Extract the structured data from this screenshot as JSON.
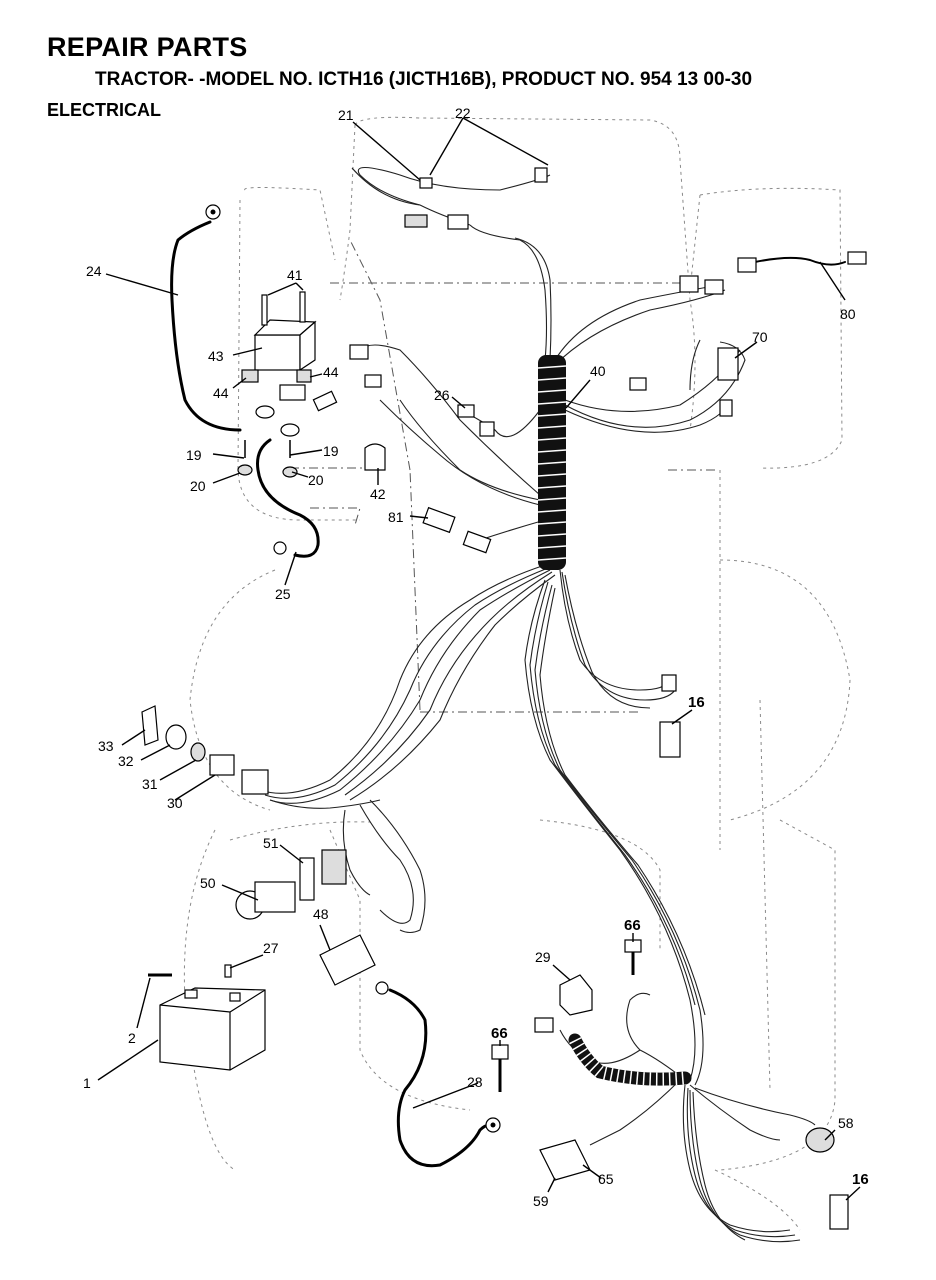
{
  "header": {
    "title": "REPAIR PARTS",
    "subtitle": "TRACTOR- -MODEL NO. ICTH16 (JICTH16B), PRODUCT NO. 954 13 00-30",
    "section": "ELECTRICAL"
  },
  "callouts": [
    {
      "id": "c21",
      "text": "21"
    },
    {
      "id": "c22",
      "text": "22"
    },
    {
      "id": "c24",
      "text": "24"
    },
    {
      "id": "c41",
      "text": "41"
    },
    {
      "id": "c43",
      "text": "43"
    },
    {
      "id": "c44a",
      "text": "44"
    },
    {
      "id": "c44b",
      "text": "44"
    },
    {
      "id": "c19a",
      "text": "19"
    },
    {
      "id": "c19b",
      "text": "19"
    },
    {
      "id": "c20a",
      "text": "20"
    },
    {
      "id": "c20b",
      "text": "20"
    },
    {
      "id": "c42",
      "text": "42"
    },
    {
      "id": "c26",
      "text": "26"
    },
    {
      "id": "c40",
      "text": "40"
    },
    {
      "id": "c70",
      "text": "70"
    },
    {
      "id": "c80",
      "text": "80"
    },
    {
      "id": "c81",
      "text": "81"
    },
    {
      "id": "c25",
      "text": "25"
    },
    {
      "id": "c16a",
      "text": "16"
    },
    {
      "id": "c33",
      "text": "33"
    },
    {
      "id": "c32",
      "text": "32"
    },
    {
      "id": "c31",
      "text": "31"
    },
    {
      "id": "c30",
      "text": "30"
    },
    {
      "id": "c51",
      "text": "51"
    },
    {
      "id": "c50",
      "text": "50"
    },
    {
      "id": "c48",
      "text": "48"
    },
    {
      "id": "c27",
      "text": "27"
    },
    {
      "id": "c2",
      "text": "2"
    },
    {
      "id": "c1",
      "text": "1"
    },
    {
      "id": "c28",
      "text": "28"
    },
    {
      "id": "c66a",
      "text": "66"
    },
    {
      "id": "c66b",
      "text": "66"
    },
    {
      "id": "c29",
      "text": "29"
    },
    {
      "id": "c58",
      "text": "58"
    },
    {
      "id": "c59",
      "text": "59"
    },
    {
      "id": "c65",
      "text": "65"
    },
    {
      "id": "c16b",
      "text": "16"
    }
  ]
}
